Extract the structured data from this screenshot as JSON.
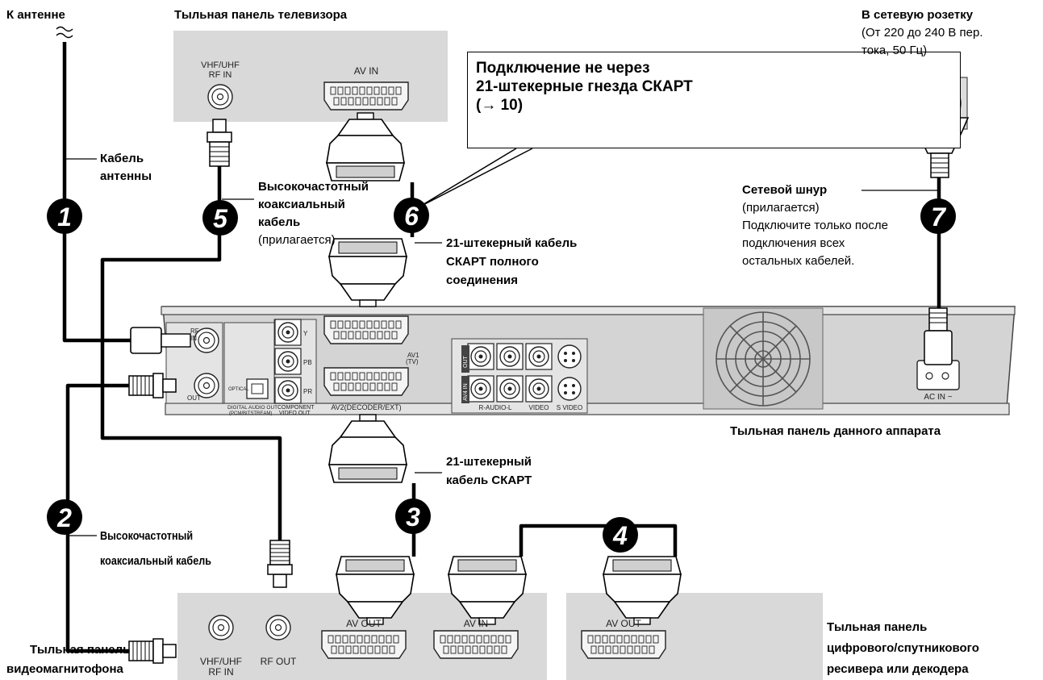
{
  "labels": {
    "to_antenna": "К антенне",
    "tv_rear": "Тыльная панель телевизора",
    "antenna_cable_1": "Кабель",
    "antenna_cable_2": "антенны",
    "rf_cable_5_1": "Высокочастотный",
    "rf_cable_5_2": "коаксиальный",
    "rf_cable_5_3": "кабель",
    "rf_cable_5_4": "(прилагается)",
    "scart_full_1": "21-штекерный кабель",
    "scart_full_2": "СКАРТ полного",
    "scart_full_3": "соединения",
    "callout_1": "Подключение не через",
    "callout_2": "21-штекерные гнезда СКАРТ",
    "callout_3": "(→ 10)",
    "mains_1": "В сетевую розетку",
    "mains_2": "(От 220 до 240 В пер.",
    "mains_3": "тока, 50 Гц)",
    "cord_1": "Сетевой шнур",
    "cord_2": "(прилагается)",
    "cord_3": "Подключите только после",
    "cord_4": "подключения всех",
    "cord_5": "остальных кабелей.",
    "unit_rear": "Тыльная панель данного аппарата",
    "scart_3_1": "21-штекерный",
    "scart_3_2": "кабель СКАРТ",
    "rf_cable_2_1": "Высокочастотный",
    "rf_cable_2_2": "коаксиальный кабель",
    "vcr_rear_1": "Тыльная панель",
    "vcr_rear_2": "видеомагнитофона",
    "sat_rear_1": "Тыльная панель",
    "sat_rear_2": "цифрового/спутникового",
    "sat_rear_3": "ресивера или декодера"
  },
  "panel_text": {
    "tv_vhf_1": "VHF/UHF",
    "tv_vhf_2": "RF IN",
    "tv_av_in": "AV IN",
    "rf_in_1": "RF",
    "rf_in_2": "IN",
    "rf_out": "OUT",
    "optical": "OPTICAL",
    "digital_out_1": "DIGITAL AUDIO OUT",
    "digital_out_2": "(PCM/BITSTREAM)",
    "component_1": "COMPONENT",
    "component_2": "VIDEO OUT",
    "y": "Y",
    "pb": "PB",
    "pr": "PR",
    "av1_1": "AV1",
    "av1_2": "(TV)",
    "av2": "AV2(DECODER/EXT)",
    "out": "OUT",
    "av4_in": "AV4 IN",
    "audio": "R-AUDIO-L",
    "video": "VIDEO",
    "svideo": "S VIDEO",
    "ac_in": "AC IN ~",
    "vcr_vhf_1": "VHF/UHF",
    "vcr_vhf_2": "RF IN",
    "vcr_rf_out": "RF OUT",
    "vcr_av_out": "AV OUT",
    "vcr_av_in": "AV IN",
    "sat_av_out": "AV OUT"
  },
  "steps": [
    "1",
    "2",
    "3",
    "4",
    "5",
    "6",
    "7"
  ]
}
